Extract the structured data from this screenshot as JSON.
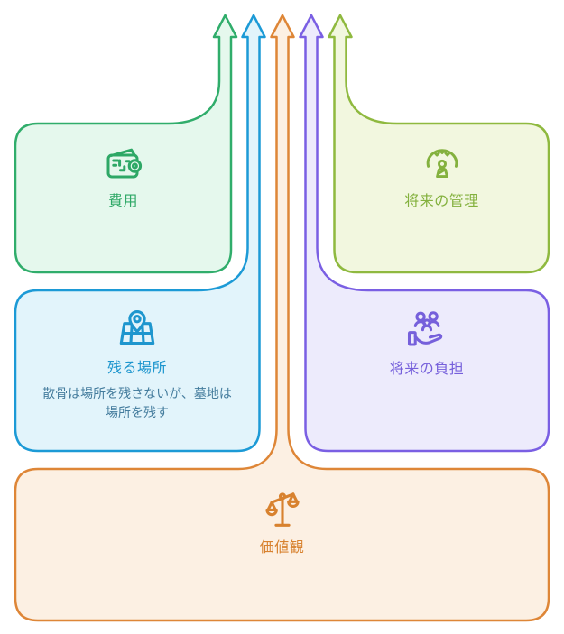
{
  "diagram": {
    "type": "converging-flow",
    "cards": [
      {
        "id": "cost",
        "label": "費用",
        "icon": "wallet-icon",
        "border": "#30AD6B",
        "fill": "#E5F8ED",
        "text_color": "#2EA866"
      },
      {
        "id": "future-management",
        "label": "将来の管理",
        "icon": "person-under-tree-icon",
        "border": "#8FB93F",
        "fill": "#F2F7DF",
        "text_color": "#84B13E"
      },
      {
        "id": "remaining-place",
        "label": "残る場所",
        "sublabel": "散骨は場所を残さないが、墓地は場所を残す",
        "icon": "map-location-pin-icon",
        "border": "#1C9AD6",
        "fill": "#E2F4FB",
        "text_color": "#1E96CE",
        "subtext_color": "#447C9D"
      },
      {
        "id": "future-burden",
        "label": "将来の負担",
        "icon": "hand-holding-people-icon",
        "border": "#7A5FE3",
        "fill": "#EDEBFC",
        "text_color": "#7660DB"
      },
      {
        "id": "values",
        "label": "価値観",
        "icon": "balance-scale-icon",
        "border": "#DE8637",
        "fill": "#FCF0E3",
        "text_color": "#D8822F"
      }
    ]
  }
}
